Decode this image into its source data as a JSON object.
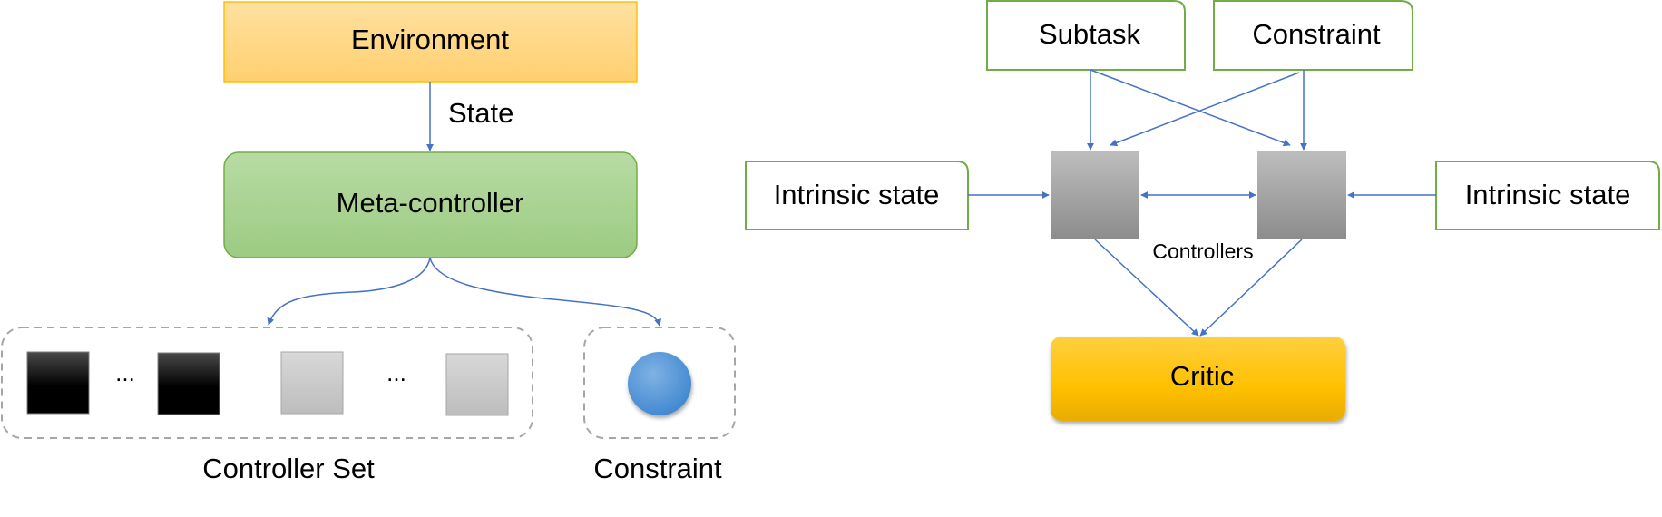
{
  "left_diagram": {
    "environment": "Environment",
    "state_label": "State",
    "meta_controller": "Meta-controller",
    "ellipsis_black": "...",
    "ellipsis_gray": "...",
    "controller_set_label": "Controller Set",
    "constraint_label": "Constraint"
  },
  "right_diagram": {
    "subtask": "Subtask",
    "constraint": "Constraint",
    "intrinsic_state_left": "Intrinsic state",
    "intrinsic_state_right": "Intrinsic state",
    "controllers_label": "Controllers",
    "critic": "Critic"
  },
  "colors": {
    "arrow": "#4472c4",
    "environment_fill": "#ffd98a",
    "environment_border": "#ffc000",
    "meta_fill": "#a9d18e",
    "meta_border": "#70ad47",
    "green_outline": "#70ad47",
    "critic_fill": "#ffc000",
    "circle_fill": "#5b9bd5"
  }
}
